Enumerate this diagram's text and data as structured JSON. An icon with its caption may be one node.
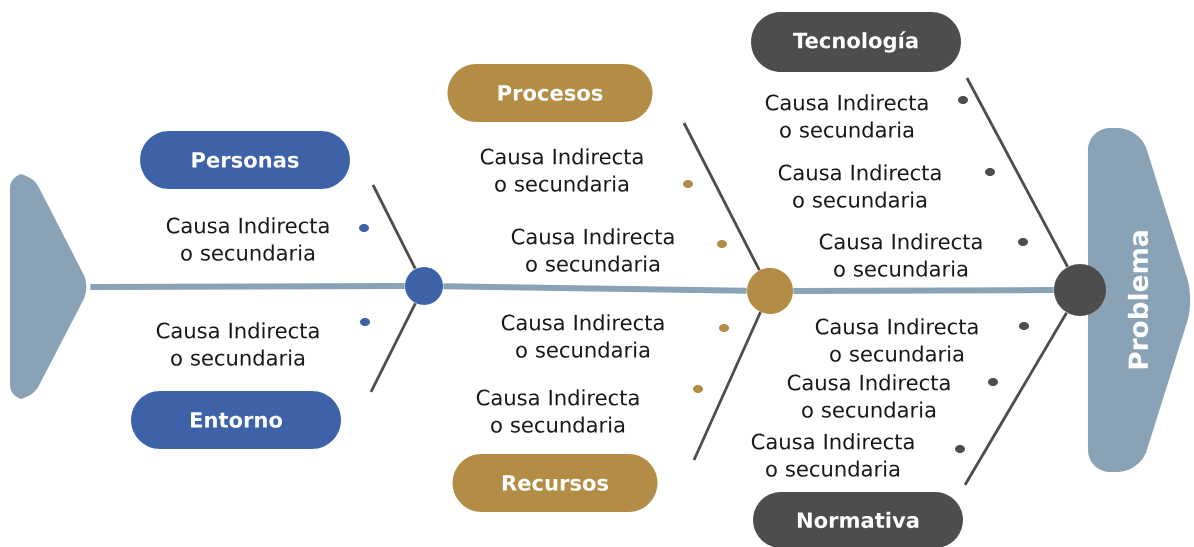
{
  "diagram": {
    "nodes": [
      {
        "text": [
          "Personas"
        ]
      },
      {
        "text": [
          "Entorno"
        ]
      },
      {
        "text": [
          "Procesos"
        ]
      },
      {
        "text": [
          "Recursos"
        ]
      },
      {
        "text": [
          "Tecnología"
        ]
      },
      {
        "text": [
          "Normativa"
        ]
      },
      {
        "text": [
          "Problema"
        ]
      },
      {
        "text": [],
        "shape": "chevron"
      },
      {
        "text": [],
        "shape": "circle"
      },
      {
        "text": [],
        "shape": "circle"
      },
      {
        "text": [],
        "shape": "circle"
      }
    ],
    "edges": [
      {
        "from": 7,
        "to": 8,
        "arrow": "none",
        "style": "thick",
        "color": "#8aa2b5"
      },
      {
        "from": 8,
        "to": 9,
        "arrow": "none",
        "style": "thick",
        "color": "#8aa2b5"
      },
      {
        "from": 9,
        "to": 10,
        "arrow": "none",
        "style": "thick",
        "color": "#8aa2b5"
      },
      {
        "from": 0,
        "to": 8,
        "arrow": "none"
      },
      {
        "from": 1,
        "to": 8,
        "arrow": "none"
      },
      {
        "from": 2,
        "to": 9,
        "arrow": "none"
      },
      {
        "from": 3,
        "to": 9,
        "arrow": "none"
      },
      {
        "from": 4,
        "to": 10,
        "arrow": "none"
      },
      {
        "from": 5,
        "to": 10,
        "arrow": "none"
      }
    ],
    "labels": [
      "Causa Indirecta o secundaria",
      "Causa Indirecta o secundaria",
      "Causa Indirecta o secundaria",
      "Causa Indirecta o secundaria",
      "Causa Indirecta o secundaria",
      "Causa Indirecta o secundaria",
      "Causa Indirecta o secundaria",
      "Causa Indirecta o secundaria",
      "Causa Indirecta o secundaria",
      "Causa Indirecta o secundaria",
      "Causa Indirecta o secundaria",
      "Causa Indirecta o secundaria"
    ]
  }
}
